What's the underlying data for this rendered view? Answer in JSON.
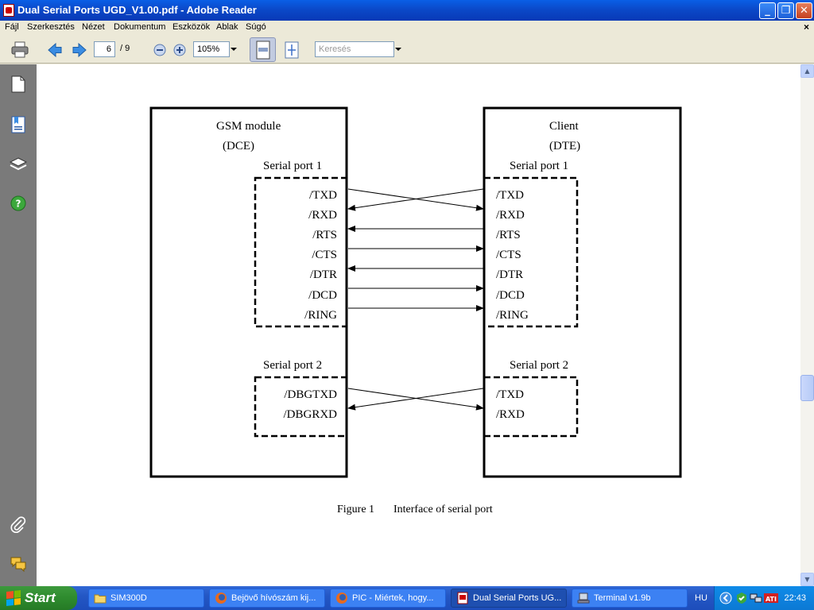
{
  "window": {
    "title": "Dual Serial Ports UGD_V1.00.pdf - Adobe Reader",
    "minimize_glyph": "_",
    "maximize_glyph": "❐",
    "close_glyph": "✕"
  },
  "menubar": {
    "items": [
      "Fájl",
      "Szerkesztés",
      "Nézet",
      "Dokumentum",
      "Eszközök",
      "Ablak",
      "Súgó"
    ],
    "doc_close_glyph": "×"
  },
  "toolbar": {
    "page_current": "6",
    "page_total": "/ 9",
    "zoom": "105%",
    "search_placeholder": "Keresés"
  },
  "diagram": {
    "left_box_title": "GSM module",
    "left_box_subtitle": "(DCE)",
    "right_box_title": "Client",
    "right_box_subtitle": "(DTE)",
    "port1_label_left": "Serial port 1",
    "port1_label_right": "Serial port 1",
    "port2_label_left": "Serial port 2",
    "port2_label_right": "Serial port 2",
    "port1_left_signals": [
      "/TXD",
      "/RXD",
      "/RTS",
      "/CTS",
      "/DTR",
      "/DCD",
      "/RING"
    ],
    "port1_right_signals": [
      "/TXD",
      "/RXD",
      "/RTS",
      "/CTS",
      "/DTR",
      "/DCD",
      "/RING"
    ],
    "port2_left_signals": [
      "/DBGTXD",
      "/DBGRXD"
    ],
    "port2_right_signals": [
      "/TXD",
      "/RXD"
    ],
    "figure_number": "Figure 1",
    "figure_caption": "Interface of serial port"
  },
  "taskbar": {
    "start_label": "Start",
    "tasks": [
      {
        "label": "SIM300D",
        "icon": "folder-icon"
      },
      {
        "label": "Bejövő hívószám kij...",
        "icon": "firefox-icon"
      },
      {
        "label": "PIC - Miértek, hogy...",
        "icon": "firefox-icon"
      },
      {
        "label": "Dual Serial Ports UG...",
        "icon": "pdf-icon"
      },
      {
        "label": "Terminal v1.9b",
        "icon": "terminal-icon"
      }
    ],
    "language": "HU",
    "clock": "22:43"
  },
  "colors": {
    "titlebar": "#0b49c9",
    "nav_panel": "#7a7a7a",
    "taskbar": "#2457c4",
    "start_button": "#2e8b2e"
  }
}
